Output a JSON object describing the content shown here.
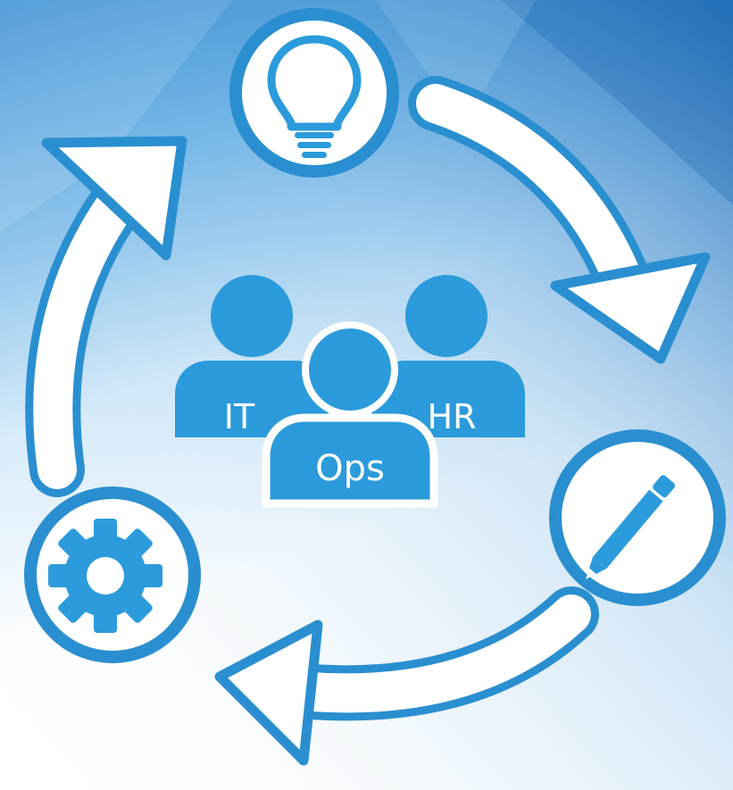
{
  "colors": {
    "accent": "#2B9BDB",
    "outline": "#2A8FD0",
    "background_top": "#1E7CC8",
    "background_mid": "#A9D3F0",
    "background_bottom": "#FFFFFF"
  },
  "teams": [
    {
      "label": "IT"
    },
    {
      "label": "HR"
    },
    {
      "label": "Ops"
    }
  ],
  "icons": {
    "top": "lightbulb-icon",
    "right": "pencil-icon",
    "left": "gear-icon",
    "center": "people-group-icon"
  }
}
